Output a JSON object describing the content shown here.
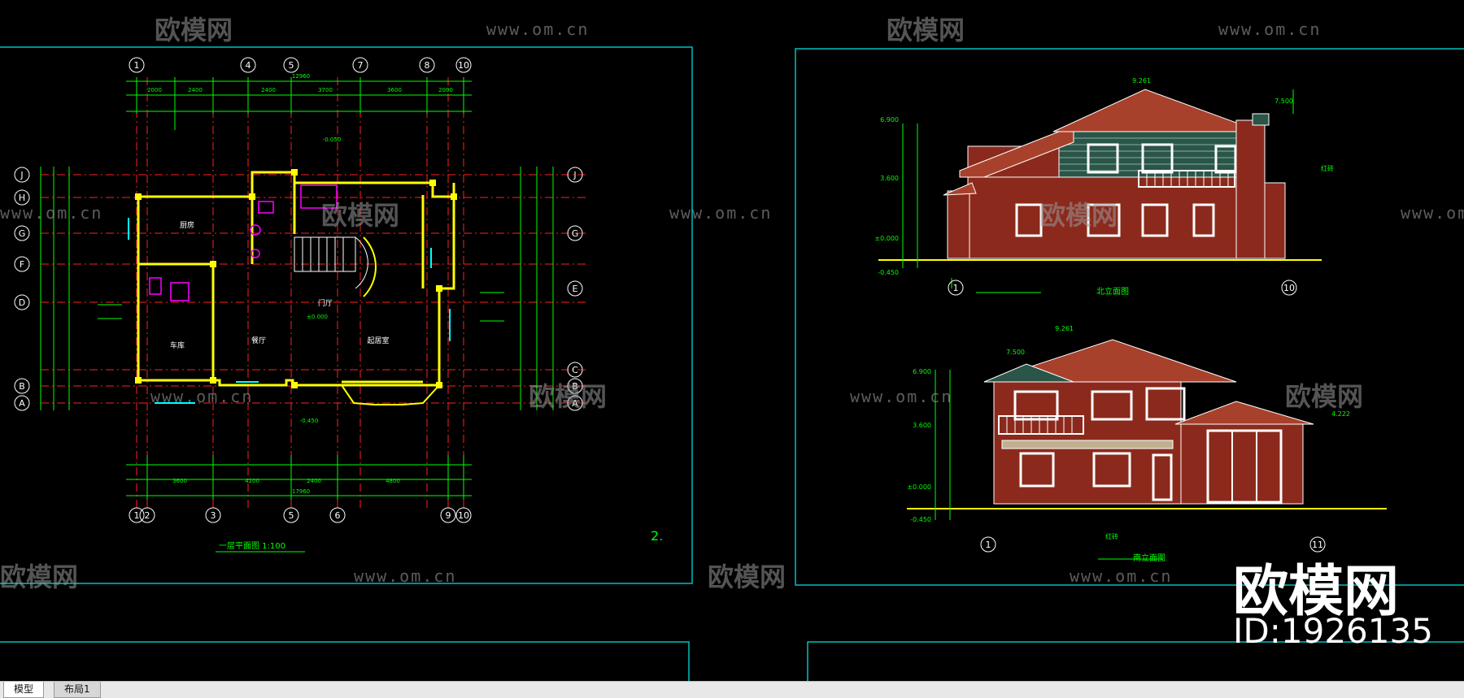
{
  "drawing": {
    "floor_plan": {
      "title": "一层平面图 1:100",
      "sheet_number": "2.",
      "axis_top": [
        "1",
        "4",
        "5",
        "7",
        "8",
        "10"
      ],
      "axis_bottom": [
        "1",
        "2",
        "3",
        "5",
        "6",
        "9",
        "10"
      ],
      "axis_left": [
        "J",
        "H",
        "G",
        "F",
        "D",
        "B",
        "A"
      ],
      "axis_right": [
        "J",
        "G",
        "E",
        "C",
        "B",
        "A"
      ],
      "total_dimension_top": "12960",
      "total_dimension_bottom": "17960",
      "dimension_top": [
        "2000",
        "2400",
        "2400",
        "3700",
        "3600",
        "2000"
      ],
      "dimension_bottom": [
        "3600",
        "4200",
        "2400",
        "4800"
      ],
      "room_kitchen": "厨房",
      "room_garage": "车库",
      "room_dining": "餐厅",
      "room_living": "起居室",
      "room_foyer": "门厅",
      "elevation_label": "±0.000",
      "level_outdoor": "-0.450",
      "level_minus": "-0.050"
    },
    "north_elevation": {
      "title": "北立面图",
      "level_top": "6.900",
      "level_mid": "3.600",
      "level_ground": "±0.000",
      "level_outdoor": "-0.450",
      "ridge_level": "9.261",
      "level_right": "7.500",
      "axis_left": "1",
      "axis_right": "10",
      "material_note": "红砖"
    },
    "south_elevation": {
      "title": "南立面图",
      "level_top": "6.900",
      "level_mid": "3.600",
      "level_ground": "±0.000",
      "level_outdoor": "-0.450",
      "ridge_level": "9.261",
      "level_left": "7.500",
      "level_right": "4.222",
      "axis_left": "1",
      "axis_right": "11",
      "material_note": "红砖"
    }
  },
  "watermarks": {
    "brand": "欧模网",
    "url": "www.om.cn",
    "id_text": "ID:1926135"
  },
  "tabs": [
    {
      "label": "模型"
    },
    {
      "label": "布局1"
    }
  ],
  "colors": {
    "background": "#000000",
    "frame": "#00bfbf",
    "axis_grid": "#ff2020",
    "dimension": "#00ff00",
    "wall": "#ffff00",
    "brick": "#8b2a1c",
    "roof": "#a8412c"
  }
}
